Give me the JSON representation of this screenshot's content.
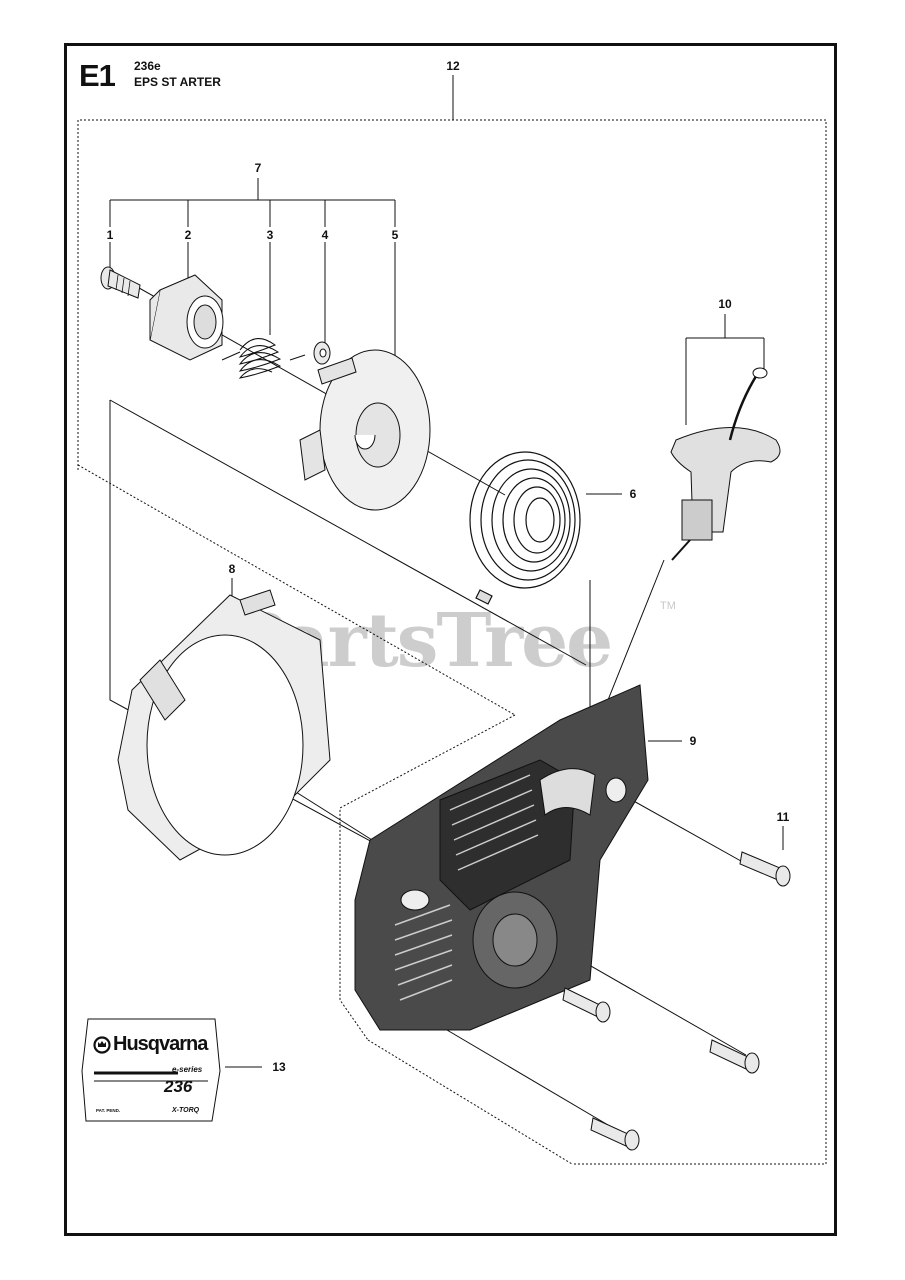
{
  "header": {
    "section_code": "E1",
    "model": "236e",
    "title": "EPS ST ARTER"
  },
  "callouts": [
    "1",
    "2",
    "3",
    "4",
    "5",
    "6",
    "7",
    "8",
    "9",
    "10",
    "11",
    "12",
    "13"
  ],
  "watermark": {
    "text": "PartsTree",
    "tm": "TM"
  },
  "decal": {
    "brand": "Husqvarna",
    "series": "e-series",
    "model": "236",
    "patent": "PAT. PEND.",
    "torq": "X-TORQ"
  },
  "colors": {
    "line": "#111111",
    "watermark": "#c8c8c8",
    "part_fill": "#e9e9e9",
    "dark": "#3a3a3a"
  },
  "icons": [
    "husqvarna-crown-logo"
  ]
}
